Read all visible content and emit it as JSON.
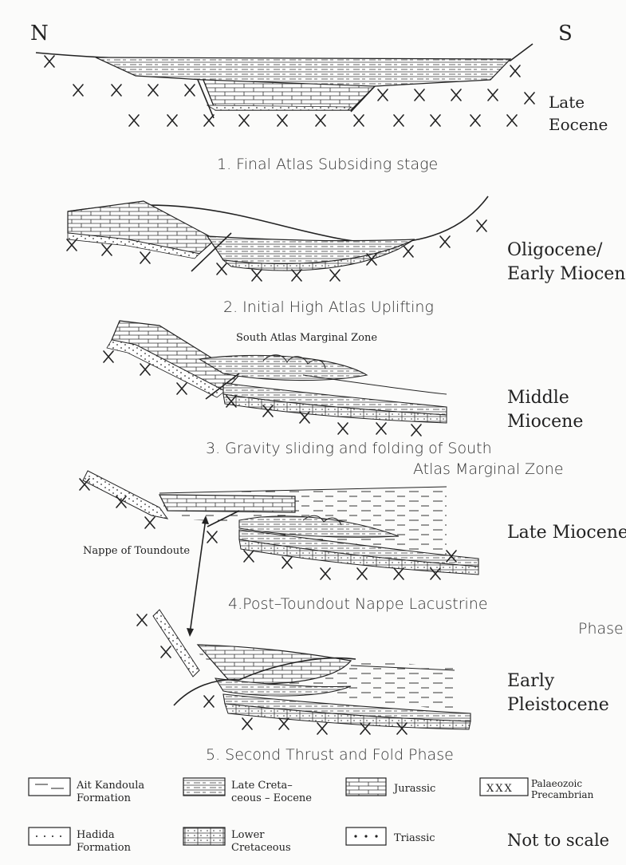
{
  "compass": {
    "north": "N",
    "south": "S"
  },
  "stages": [
    {
      "age_line1": "Late",
      "age_line2": "Eocene",
      "caption": "1. Final Atlas Subsiding stage"
    },
    {
      "age_line1": "Oligocene/",
      "age_line2": "Early Miocene",
      "caption": "2. Initial High Atlas Uplifting"
    },
    {
      "zone_label": "South Atlas Marginal Zone",
      "age_line1": "Middle",
      "age_line2": "Miocene",
      "caption_line1": "3. Gravity sliding and folding of South",
      "caption_line2": "Atlas Marginal Zone"
    },
    {
      "age_line1": "Late Miocene",
      "nappe_label": "Nappe of Toundoute",
      "caption_line1": "4.Post–Toundout Nappe Lacustrine",
      "caption_line2": "Phase"
    },
    {
      "age_line1": "Early",
      "age_line2": "Pleistocene",
      "caption": "5. Second Thrust and Fold Phase"
    }
  ],
  "legend": [
    {
      "line1": "Ait Kandoula",
      "line2": "Formation"
    },
    {
      "line1": "Late Creta–",
      "line2": "ceous – Eocene"
    },
    {
      "line1": "Jurassic",
      "line2": ""
    },
    {
      "line1": "Palaeozoic",
      "line2": "Precambrian"
    },
    {
      "line1": "Hadida",
      "line2": "Formation"
    },
    {
      "line1": "Lower",
      "line2": "Cretaceous"
    },
    {
      "line1": "Triassic",
      "line2": ""
    }
  ],
  "legend_symbols": {
    "palaeozoic": "XXX"
  },
  "scale_note": "Not to scale"
}
